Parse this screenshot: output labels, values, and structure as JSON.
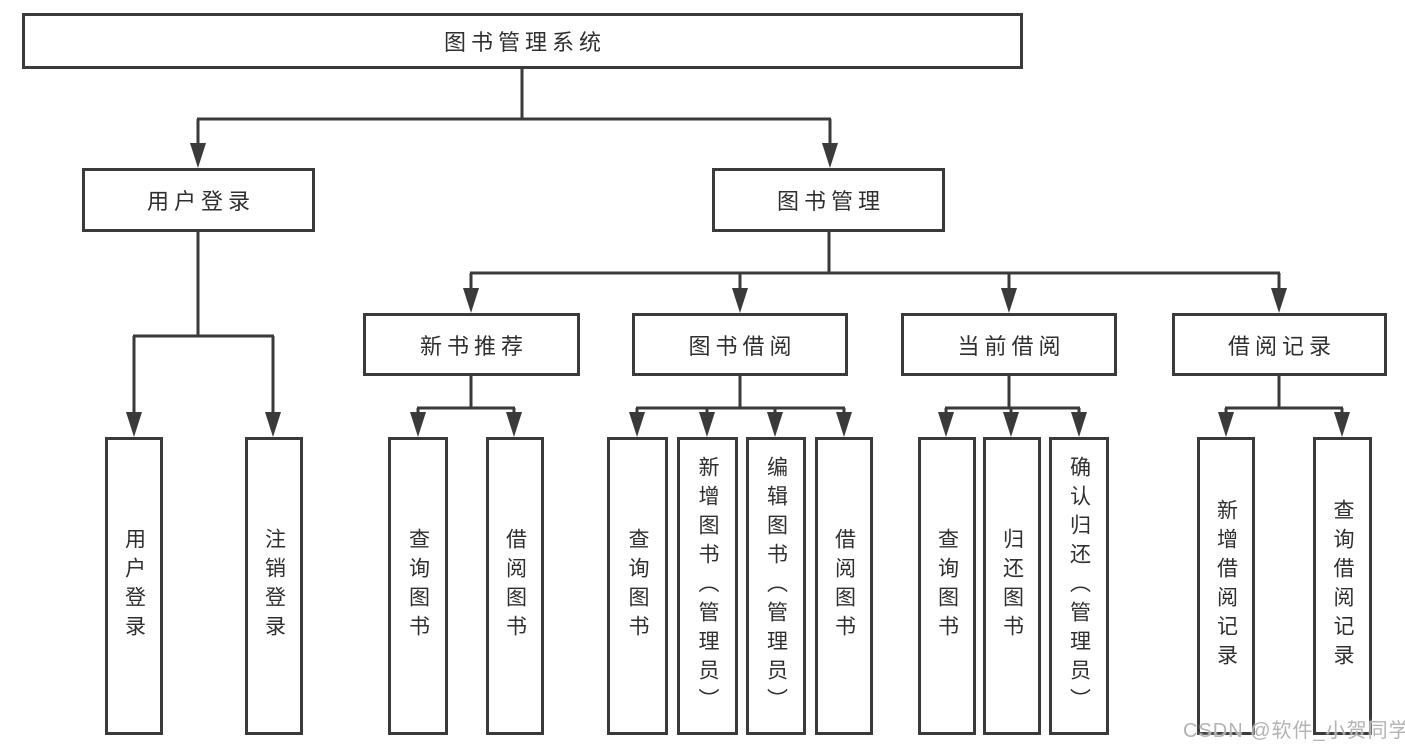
{
  "colors": {
    "background": "#ffffff",
    "line": "#3a3a3a",
    "box_border": "#3a3a3a",
    "text": "#2f2f2f",
    "watermark": "#b3b3b3"
  },
  "diagram": {
    "type": "hierarchy-flowchart",
    "root": {
      "id": "library-system",
      "label": "图书管理系统"
    },
    "level2": [
      {
        "id": "user-login",
        "label": "用户登录",
        "parent": "library-system"
      },
      {
        "id": "book-management",
        "label": "图书管理",
        "parent": "library-system"
      }
    ],
    "level3": [
      {
        "id": "new-book-recommend",
        "label": "新书推荐",
        "parent": "book-management"
      },
      {
        "id": "book-borrow",
        "label": "图书借阅",
        "parent": "book-management"
      },
      {
        "id": "current-borrow",
        "label": "当前借阅",
        "parent": "book-management"
      },
      {
        "id": "borrow-records",
        "label": "借阅记录",
        "parent": "book-management"
      }
    ],
    "leaves": [
      {
        "id": "leaf-user-login",
        "label": "用户登录",
        "parent": "user-login"
      },
      {
        "id": "leaf-logout",
        "label": "注销登录",
        "parent": "user-login"
      },
      {
        "id": "leaf-query-books-recommend",
        "label": "查询图书",
        "parent": "new-book-recommend"
      },
      {
        "id": "leaf-borrow-books-recommend",
        "label": "借阅图书",
        "parent": "new-book-recommend"
      },
      {
        "id": "leaf-query-books-borrow",
        "label": "查询图书",
        "parent": "book-borrow"
      },
      {
        "id": "leaf-add-books-admin",
        "label": "新增图书（管理员）",
        "parent": "book-borrow"
      },
      {
        "id": "leaf-edit-books-admin",
        "label": "编辑图书（管理员）",
        "parent": "book-borrow"
      },
      {
        "id": "leaf-borrow-books",
        "label": "借阅图书",
        "parent": "book-borrow"
      },
      {
        "id": "leaf-query-books-current",
        "label": "查询图书",
        "parent": "current-borrow"
      },
      {
        "id": "leaf-return-books",
        "label": "归还图书",
        "parent": "current-borrow"
      },
      {
        "id": "leaf-confirm-return-admin",
        "label": "确认归还（管理员）",
        "parent": "current-borrow"
      },
      {
        "id": "leaf-add-borrow-record",
        "label": "新增借阅记录",
        "parent": "borrow-records"
      },
      {
        "id": "leaf-query-borrow-record",
        "label": "查询借阅记录",
        "parent": "borrow-records"
      }
    ]
  },
  "watermark": {
    "text": "CSDN @软件_小贺同学"
  }
}
